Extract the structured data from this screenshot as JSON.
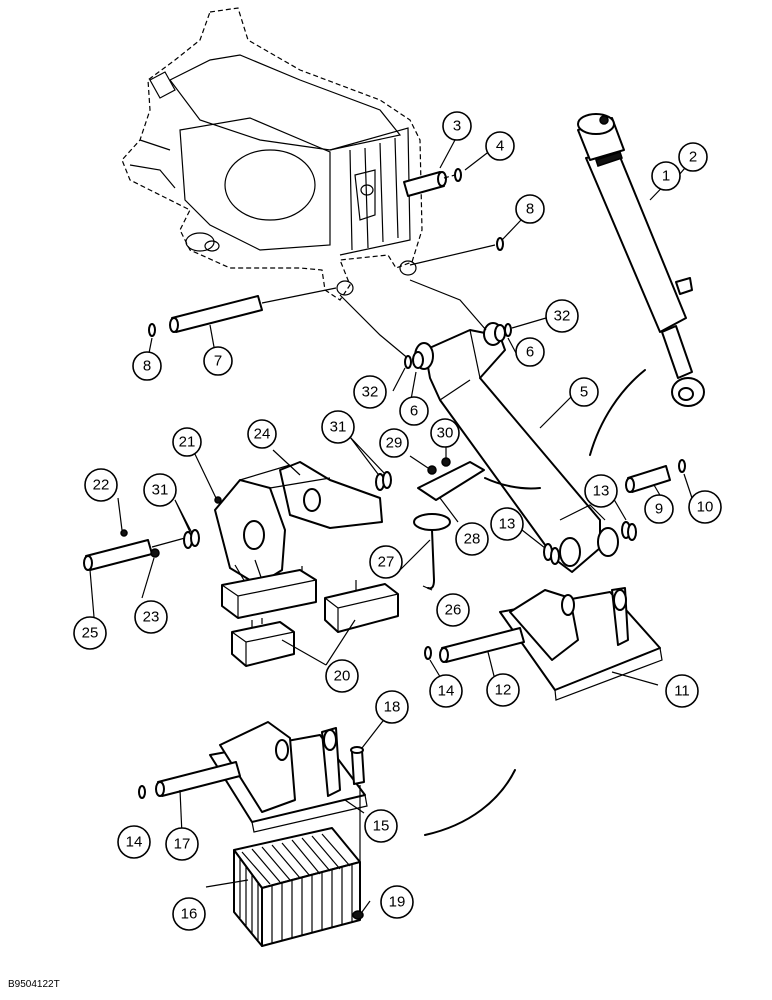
{
  "callouts": [
    {
      "id": "c1",
      "label": "1"
    },
    {
      "id": "c2",
      "label": "2"
    },
    {
      "id": "c3",
      "label": "3"
    },
    {
      "id": "c4",
      "label": "4"
    },
    {
      "id": "c5",
      "label": "5"
    },
    {
      "id": "c6a",
      "label": "6"
    },
    {
      "id": "c6b",
      "label": "6"
    },
    {
      "id": "c7",
      "label": "7"
    },
    {
      "id": "c8a",
      "label": "8"
    },
    {
      "id": "c8b",
      "label": "8"
    },
    {
      "id": "c9",
      "label": "9"
    },
    {
      "id": "c10",
      "label": "10"
    },
    {
      "id": "c11",
      "label": "11"
    },
    {
      "id": "c12",
      "label": "12"
    },
    {
      "id": "c13a",
      "label": "13"
    },
    {
      "id": "c13b",
      "label": "13"
    },
    {
      "id": "c14a",
      "label": "14"
    },
    {
      "id": "c14b",
      "label": "14"
    },
    {
      "id": "c15",
      "label": "15"
    },
    {
      "id": "c16",
      "label": "16"
    },
    {
      "id": "c17",
      "label": "17"
    },
    {
      "id": "c18",
      "label": "18"
    },
    {
      "id": "c19",
      "label": "19"
    },
    {
      "id": "c20",
      "label": "20"
    },
    {
      "id": "c21",
      "label": "21"
    },
    {
      "id": "c22",
      "label": "22"
    },
    {
      "id": "c23",
      "label": "23"
    },
    {
      "id": "c24",
      "label": "24"
    },
    {
      "id": "c25",
      "label": "25"
    },
    {
      "id": "c26",
      "label": "26"
    },
    {
      "id": "c27",
      "label": "27"
    },
    {
      "id": "c28",
      "label": "28"
    },
    {
      "id": "c29",
      "label": "29"
    },
    {
      "id": "c30",
      "label": "30"
    },
    {
      "id": "c31a",
      "label": "31"
    },
    {
      "id": "c31b",
      "label": "31"
    },
    {
      "id": "c32a",
      "label": "32"
    },
    {
      "id": "c32b",
      "label": "32"
    }
  ],
  "drawing_code": "B9504122T"
}
